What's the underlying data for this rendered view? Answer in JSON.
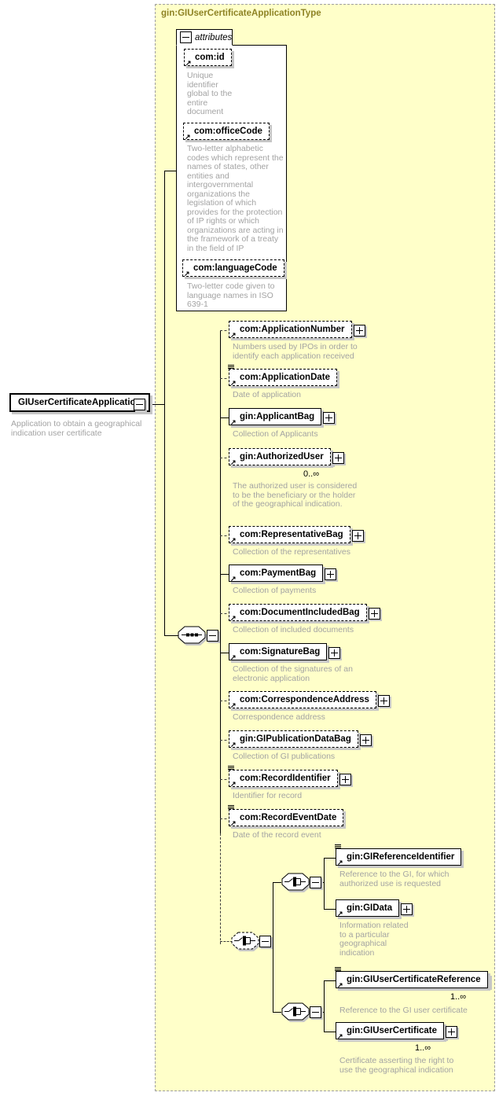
{
  "diagram": {
    "container_title": "gin:GIUserCertificateApplicationType",
    "attributes_label": "attributes",
    "root": {
      "label": "GIUserCertificateApplication",
      "annotation": "Application to obtain a geographical indication user certificate"
    },
    "attributes": [
      {
        "label": "com:id",
        "annotation": "Unique identifier global to the entire document"
      },
      {
        "label": "com:officeCode",
        "annotation": "Two-letter alphabetic codes which represent the names of states, other entities and intergovernmental organizations the legislation of which provides for the protection of IP rights or which organizations are acting in the framework of a treaty in the field of IP"
      },
      {
        "label": "com:languageCode",
        "annotation": "Two-letter code given to language names in ISO 639-1"
      }
    ],
    "children": [
      {
        "label": "com:ApplicationNumber",
        "annotation": "Numbers used by IPOs in order to identify each application received"
      },
      {
        "label": "com:ApplicationDate",
        "annotation": "Date of application"
      },
      {
        "label": "gin:ApplicantBag",
        "annotation": "Collection of Applicants"
      },
      {
        "label": "gin:AuthorizedUser",
        "occurrence": "0..∞",
        "annotation": "The authorized user is considered to be the beneficiary or the holder of the geographical indication."
      },
      {
        "label": "com:RepresentativeBag",
        "annotation": "Collection of the representatives"
      },
      {
        "label": "com:PaymentBag",
        "annotation": "Collection of payments"
      },
      {
        "label": "com:DocumentIncludedBag",
        "annotation": "Collection of included documents"
      },
      {
        "label": "com:SignatureBag",
        "annotation": "Collection of the signatures of an electronic application"
      },
      {
        "label": "com:CorrespondenceAddress",
        "annotation": "Correspondence address"
      },
      {
        "label": "gin:GIPublicationDataBag",
        "annotation": "Collection of GI publications"
      },
      {
        "label": "com:RecordIdentifier",
        "annotation": "Identifier for record"
      },
      {
        "label": "com:RecordEventDate",
        "annotation": "Date of the record event"
      }
    ],
    "choice_branch1": [
      {
        "label": "gin:GIReferenceIdentifier",
        "annotation": "Reference to the GI, for which authorized use is requested"
      },
      {
        "label": "gin:GIData",
        "annotation": "Information related to a particular geographical indication"
      }
    ],
    "choice_branch2": [
      {
        "label": "gin:GIUserCertificateReference",
        "occurrence": "1..∞",
        "annotation": "Reference to the GI user certificate"
      },
      {
        "label": "gin:GIUserCertificate",
        "occurrence": "1..∞",
        "annotation": "Certificate asserting the right to use the geographical indication"
      }
    ],
    "colors": {
      "container_bg": "#ffffc9",
      "title": "#8e8325",
      "annotation": "#a3a3a3"
    }
  }
}
